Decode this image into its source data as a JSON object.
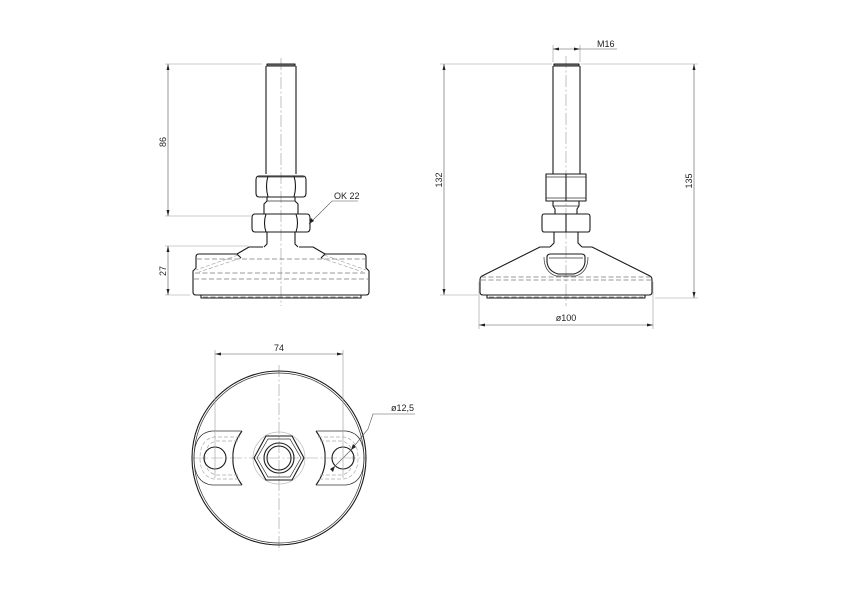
{
  "drawing": {
    "title": "Leveling foot technical drawing",
    "colors": {
      "outline": "#1a1a1a",
      "dimension": "#555555",
      "centerline": "#999999",
      "hidden": "#777777",
      "background": "#ffffff"
    },
    "views": {
      "front_left": {
        "dimensions": {
          "stud_height": "86",
          "base_height": "27",
          "nut_callout": "OK 22"
        }
      },
      "front_right": {
        "dimensions": {
          "thread": "M16",
          "height_min": "132",
          "height_max": "135",
          "base_diameter": "ø100"
        }
      },
      "top": {
        "dimensions": {
          "hole_spacing": "74",
          "hole_diameter": "ø12,5"
        }
      }
    }
  }
}
